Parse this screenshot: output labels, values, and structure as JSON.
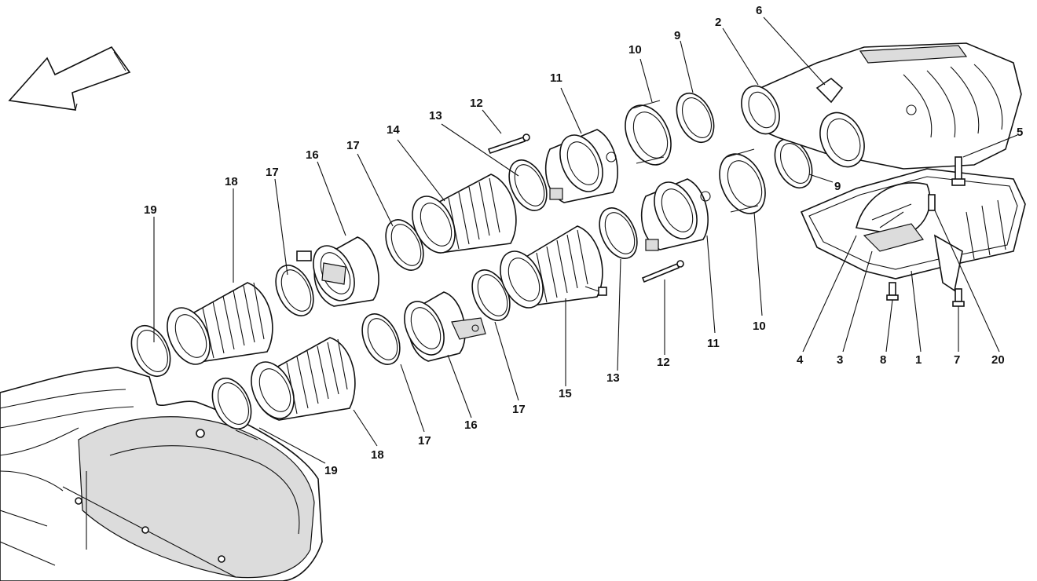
{
  "diagram": {
    "direction_arrow_icon": "arrow-left-down-icon",
    "callouts": {
      "c1": "1",
      "c2": "2",
      "c3": "3",
      "c4": "4",
      "c5": "5",
      "c6": "6",
      "c7": "7",
      "c8": "8",
      "c9a": "9",
      "c9b": "9",
      "c10a": "10",
      "c10b": "10",
      "c11a": "11",
      "c11b": "11",
      "c12a": "12",
      "c12b": "12",
      "c13a": "13",
      "c13b": "13",
      "c14": "14",
      "c15": "15",
      "c16a": "16",
      "c16b": "16",
      "c17a": "17",
      "c17b": "17",
      "c17c": "17",
      "c17d": "17",
      "c18a": "18",
      "c18b": "18",
      "c19a": "19",
      "c19b": "19",
      "c20": "20"
    }
  }
}
